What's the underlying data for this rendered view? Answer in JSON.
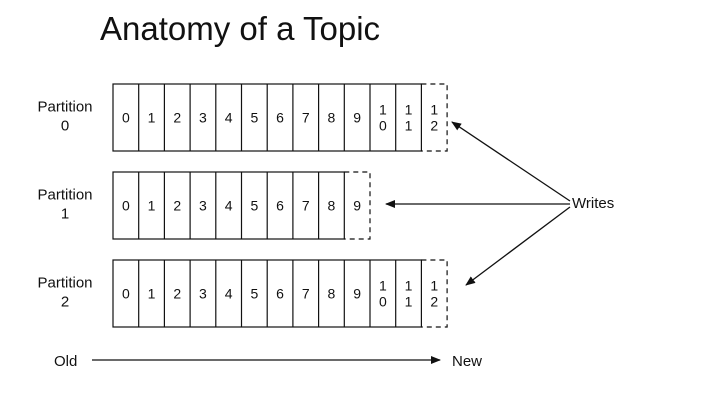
{
  "title": "Anatomy of a Topic",
  "partitions": [
    {
      "label_line1": "Partition",
      "label_line2": "0",
      "cells": [
        "0",
        "1",
        "2",
        "3",
        "4",
        "5",
        "6",
        "7",
        "8",
        "9",
        "1\n0",
        "1\n1"
      ],
      "next": "1\n2"
    },
    {
      "label_line1": "Partition",
      "label_line2": "1",
      "cells": [
        "0",
        "1",
        "2",
        "3",
        "4",
        "5",
        "6",
        "7",
        "8"
      ],
      "next": "9"
    },
    {
      "label_line1": "Partition",
      "label_line2": "2",
      "cells": [
        "0",
        "1",
        "2",
        "3",
        "4",
        "5",
        "6",
        "7",
        "8",
        "9",
        "1\n0",
        "1\n1"
      ],
      "next": "1\n2"
    }
  ],
  "writes_label": "Writes",
  "old_label": "Old",
  "new_label": "New"
}
